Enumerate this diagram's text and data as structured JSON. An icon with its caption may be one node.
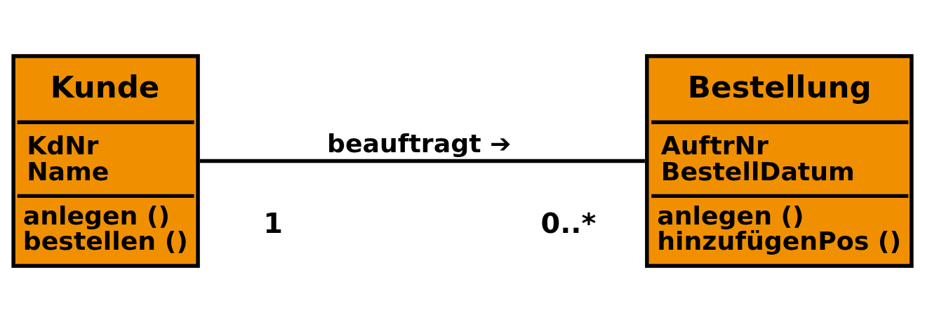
{
  "diagram": {
    "nodes": [
      {
        "text": [
          "Kunde",
          "KdNr",
          "Name",
          "anlegen ()",
          "bestellen ()"
        ]
      },
      {
        "text": [
          "Bestellung",
          "AuftrNr",
          "BestellDatum",
          "anlegen ()",
          "hinzufügenPos ()"
        ]
      }
    ],
    "edges": [
      {
        "from": 0,
        "to": 1,
        "arrow": "none",
        "label": "beauftragt ➔"
      }
    ],
    "labels": [
      "1",
      "0..*"
    ]
  }
}
